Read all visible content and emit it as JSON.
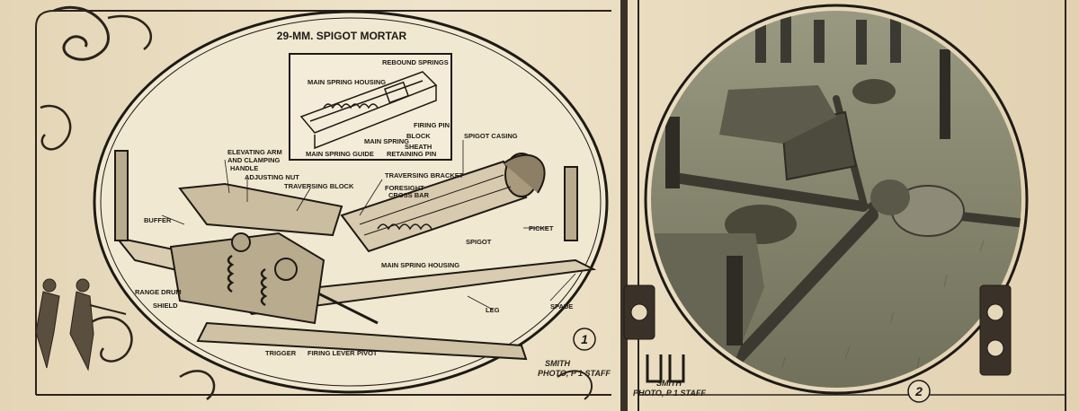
{
  "diagram": {
    "title": "29-MM. SPIGOT MORTAR",
    "inset_labels": {
      "rebound_springs": "REBOUND SPRINGS",
      "main_spring_housing": "MAIN SPRING HOUSING",
      "firing_pin": "FIRING PIN",
      "block": "BLOCK",
      "main_spring": "MAIN SPRING",
      "sheath": "SHEATH",
      "main_spring_guide": "MAIN SPRING GUIDE",
      "retaining_pin": "RETAINING PIN"
    },
    "labels": {
      "elevating_arm_1": "ELEVATING ARM",
      "elevating_arm_2": "AND CLAMPING",
      "elevating_arm_3": "HANDLE",
      "adjusting_nut": "ADJUSTING NUT",
      "traversing_block": "TRAVERSING BLOCK",
      "traversing_bracket": "TRAVERSING BRACKET",
      "foresight_1": "FORESIGHT",
      "foresight_2": "CROSS BAR",
      "spigot_casing": "SPIGOT CASING",
      "buffer": "BUFFER",
      "picket": "PICKET",
      "spigot": "SPIGOT",
      "main_spring_housing": "MAIN SPRING HOUSING",
      "range_drum": "RANGE DRUM",
      "shield": "SHIELD",
      "leg": "LEG",
      "spade": "SPADE",
      "trigger": "TRIGGER",
      "firing_lever": "FIRING LEVER",
      "pivot": "PIVOT"
    },
    "figure_number": "1",
    "credit_1": "SMITH",
    "credit_2": "PHOTO, P 1 STAFF"
  },
  "photo": {
    "figure_number": "2",
    "credit_1": "SMITH",
    "credit_2": "PHOTO, P 1 STAFF"
  },
  "colors": {
    "paper": "#e9dcc0",
    "ink": "#1e1a14",
    "grass": "#8a8a72"
  }
}
